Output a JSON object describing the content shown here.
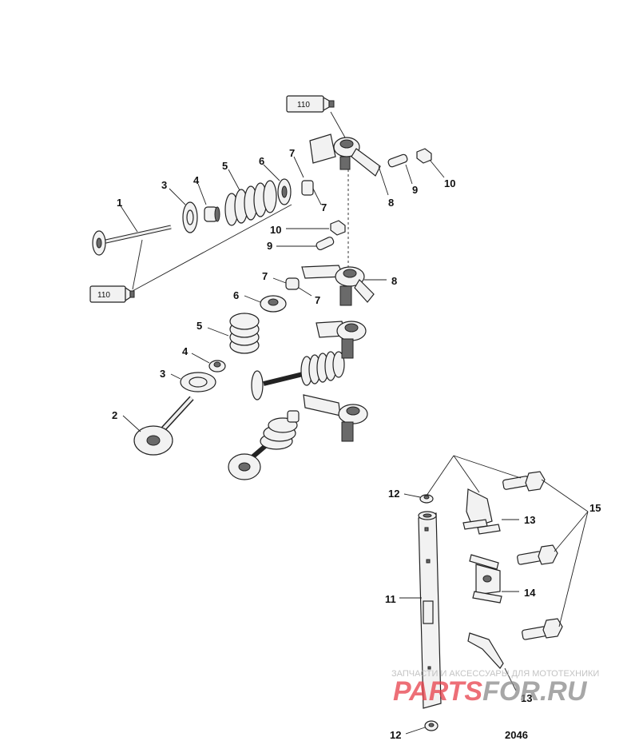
{
  "figure_number": "2046",
  "sealant_tubes": [
    {
      "label": "110"
    },
    {
      "label": "110"
    }
  ],
  "callouts": [
    {
      "id": "c1",
      "text": "1"
    },
    {
      "id": "c2",
      "text": "2"
    },
    {
      "id": "c3a",
      "text": "3"
    },
    {
      "id": "c3b",
      "text": "3"
    },
    {
      "id": "c4a",
      "text": "4"
    },
    {
      "id": "c4b",
      "text": "4"
    },
    {
      "id": "c5a",
      "text": "5"
    },
    {
      "id": "c5b",
      "text": "5"
    },
    {
      "id": "c6a",
      "text": "6"
    },
    {
      "id": "c6b",
      "text": "6"
    },
    {
      "id": "c7a",
      "text": "7"
    },
    {
      "id": "c7b",
      "text": "7"
    },
    {
      "id": "c7c",
      "text": "7"
    },
    {
      "id": "c7d",
      "text": "7"
    },
    {
      "id": "c8a",
      "text": "8"
    },
    {
      "id": "c8b",
      "text": "8"
    },
    {
      "id": "c9a",
      "text": "9"
    },
    {
      "id": "c9b",
      "text": "9"
    },
    {
      "id": "c10a",
      "text": "10"
    },
    {
      "id": "c10b",
      "text": "10"
    },
    {
      "id": "c11",
      "text": "11"
    },
    {
      "id": "c12a",
      "text": "12"
    },
    {
      "id": "c12b",
      "text": "12"
    },
    {
      "id": "c13a",
      "text": "13"
    },
    {
      "id": "c13b",
      "text": "13"
    },
    {
      "id": "c14",
      "text": "14"
    },
    {
      "id": "c15",
      "text": "15"
    }
  ],
  "watermark": {
    "tagline": "ЗАПЧАСТИ И АКСЕССУАРЫ ДЛЯ МОТОТЕХНИКИ",
    "brand_part1": "PARTS",
    "brand_part2": "FOR.RU",
    "color_red": "#e8404a",
    "color_gray": "#8a8a8a"
  }
}
